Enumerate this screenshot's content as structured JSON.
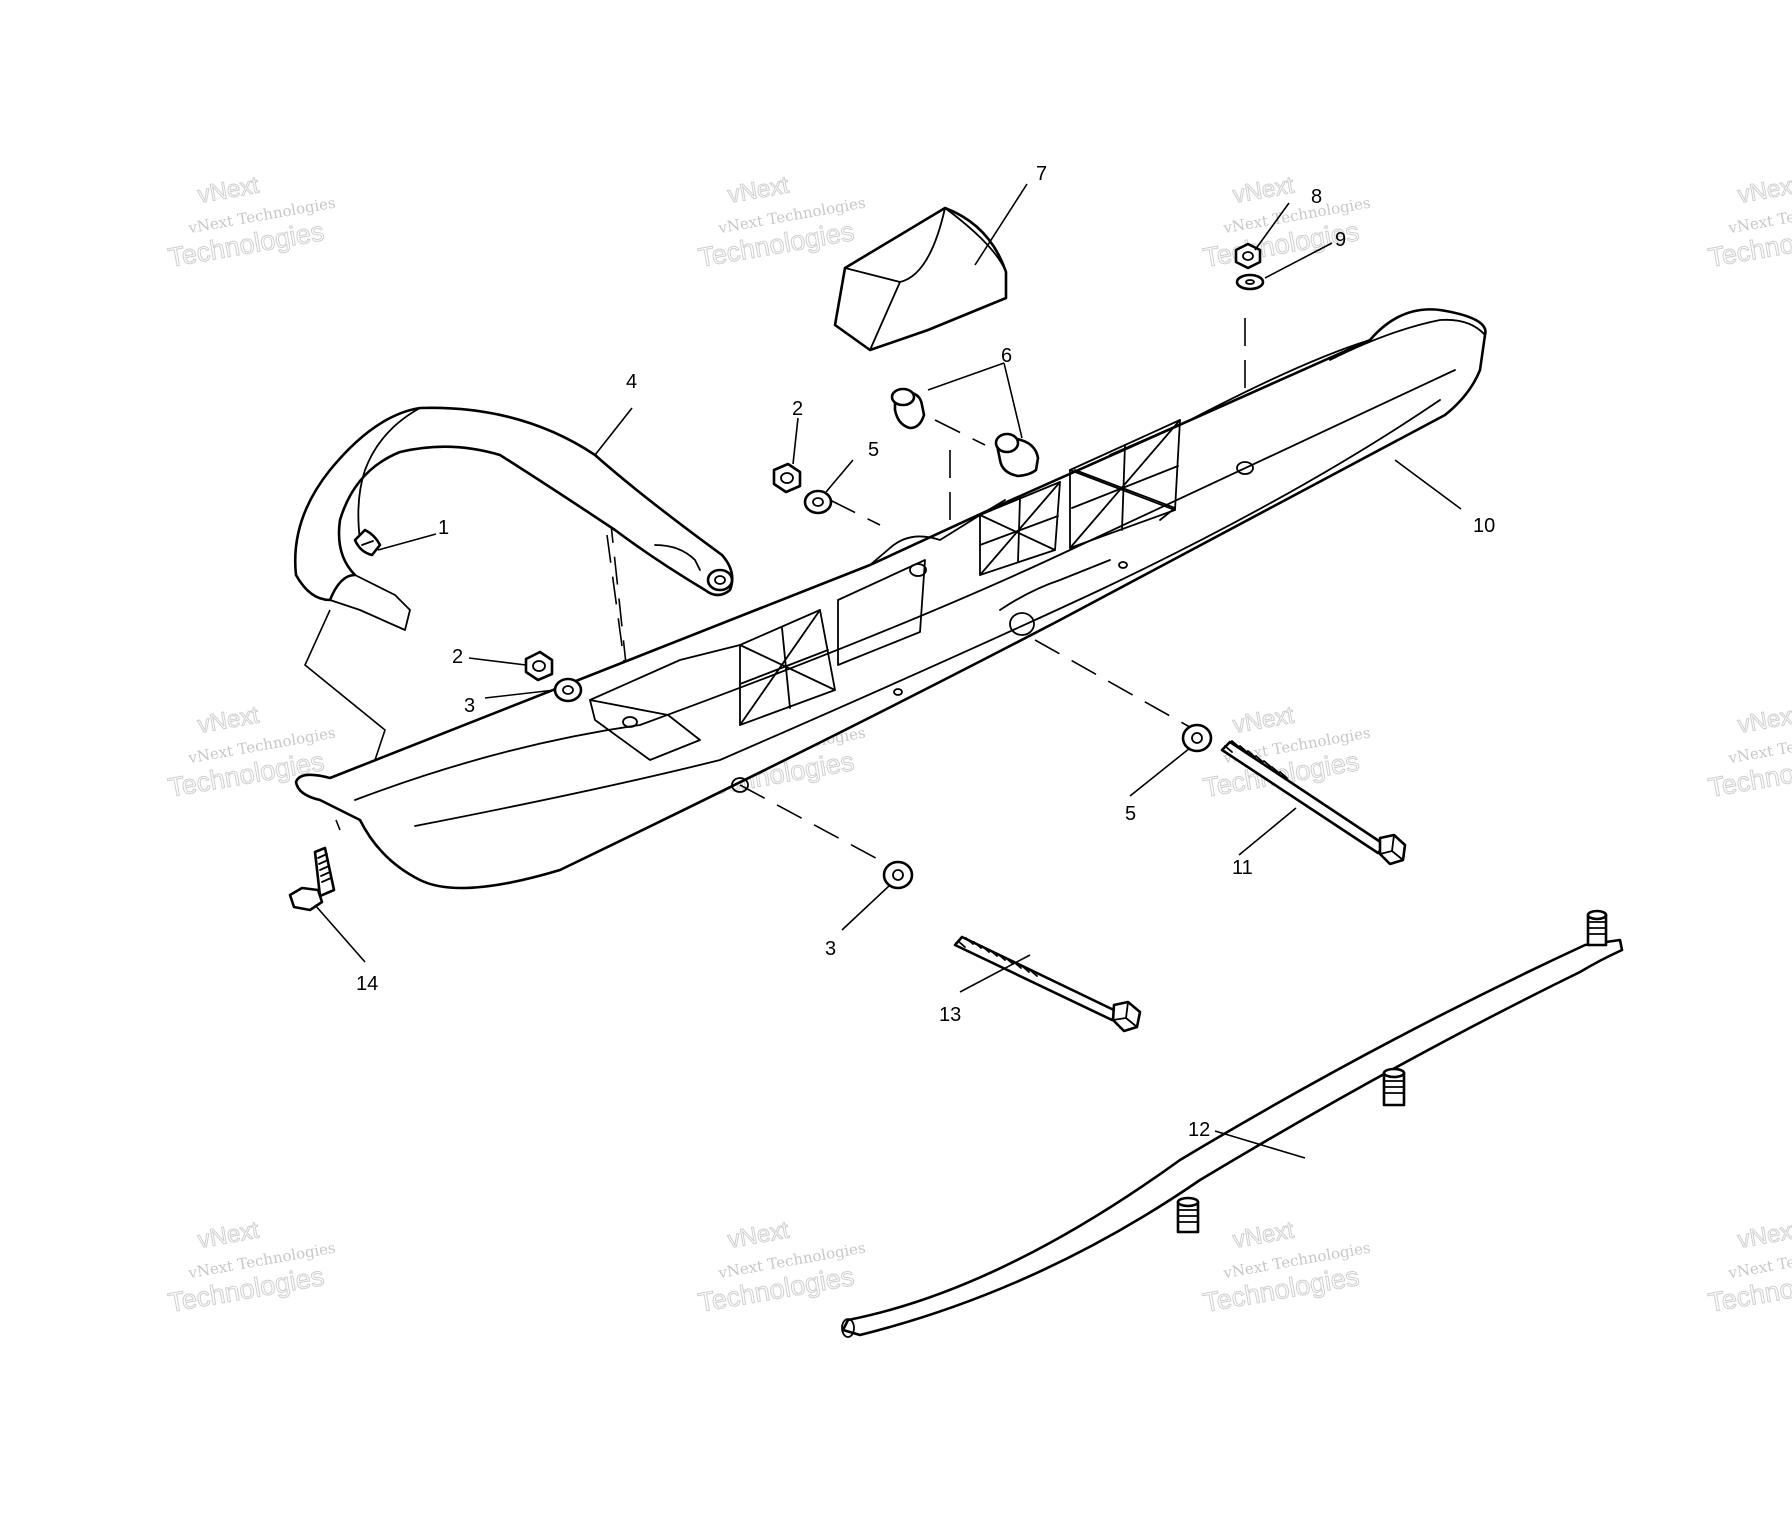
{
  "watermark": {
    "line_small": "vNext Technologies",
    "line_big": "Technologies",
    "line_top": "vNext"
  },
  "callouts": [
    {
      "id": "c1",
      "label": "1"
    },
    {
      "id": "c2a",
      "label": "2"
    },
    {
      "id": "c2b",
      "label": "2"
    },
    {
      "id": "c3a",
      "label": "3"
    },
    {
      "id": "c3b",
      "label": "3"
    },
    {
      "id": "c4",
      "label": "4"
    },
    {
      "id": "c5a",
      "label": "5"
    },
    {
      "id": "c5b",
      "label": "5"
    },
    {
      "id": "c6",
      "label": "6"
    },
    {
      "id": "c7",
      "label": "7"
    },
    {
      "id": "c8",
      "label": "8"
    },
    {
      "id": "c9",
      "label": "9"
    },
    {
      "id": "c10",
      "label": "10"
    },
    {
      "id": "c11",
      "label": "11"
    },
    {
      "id": "c12",
      "label": "12"
    },
    {
      "id": "c13",
      "label": "13"
    },
    {
      "id": "c14",
      "label": "14"
    }
  ]
}
